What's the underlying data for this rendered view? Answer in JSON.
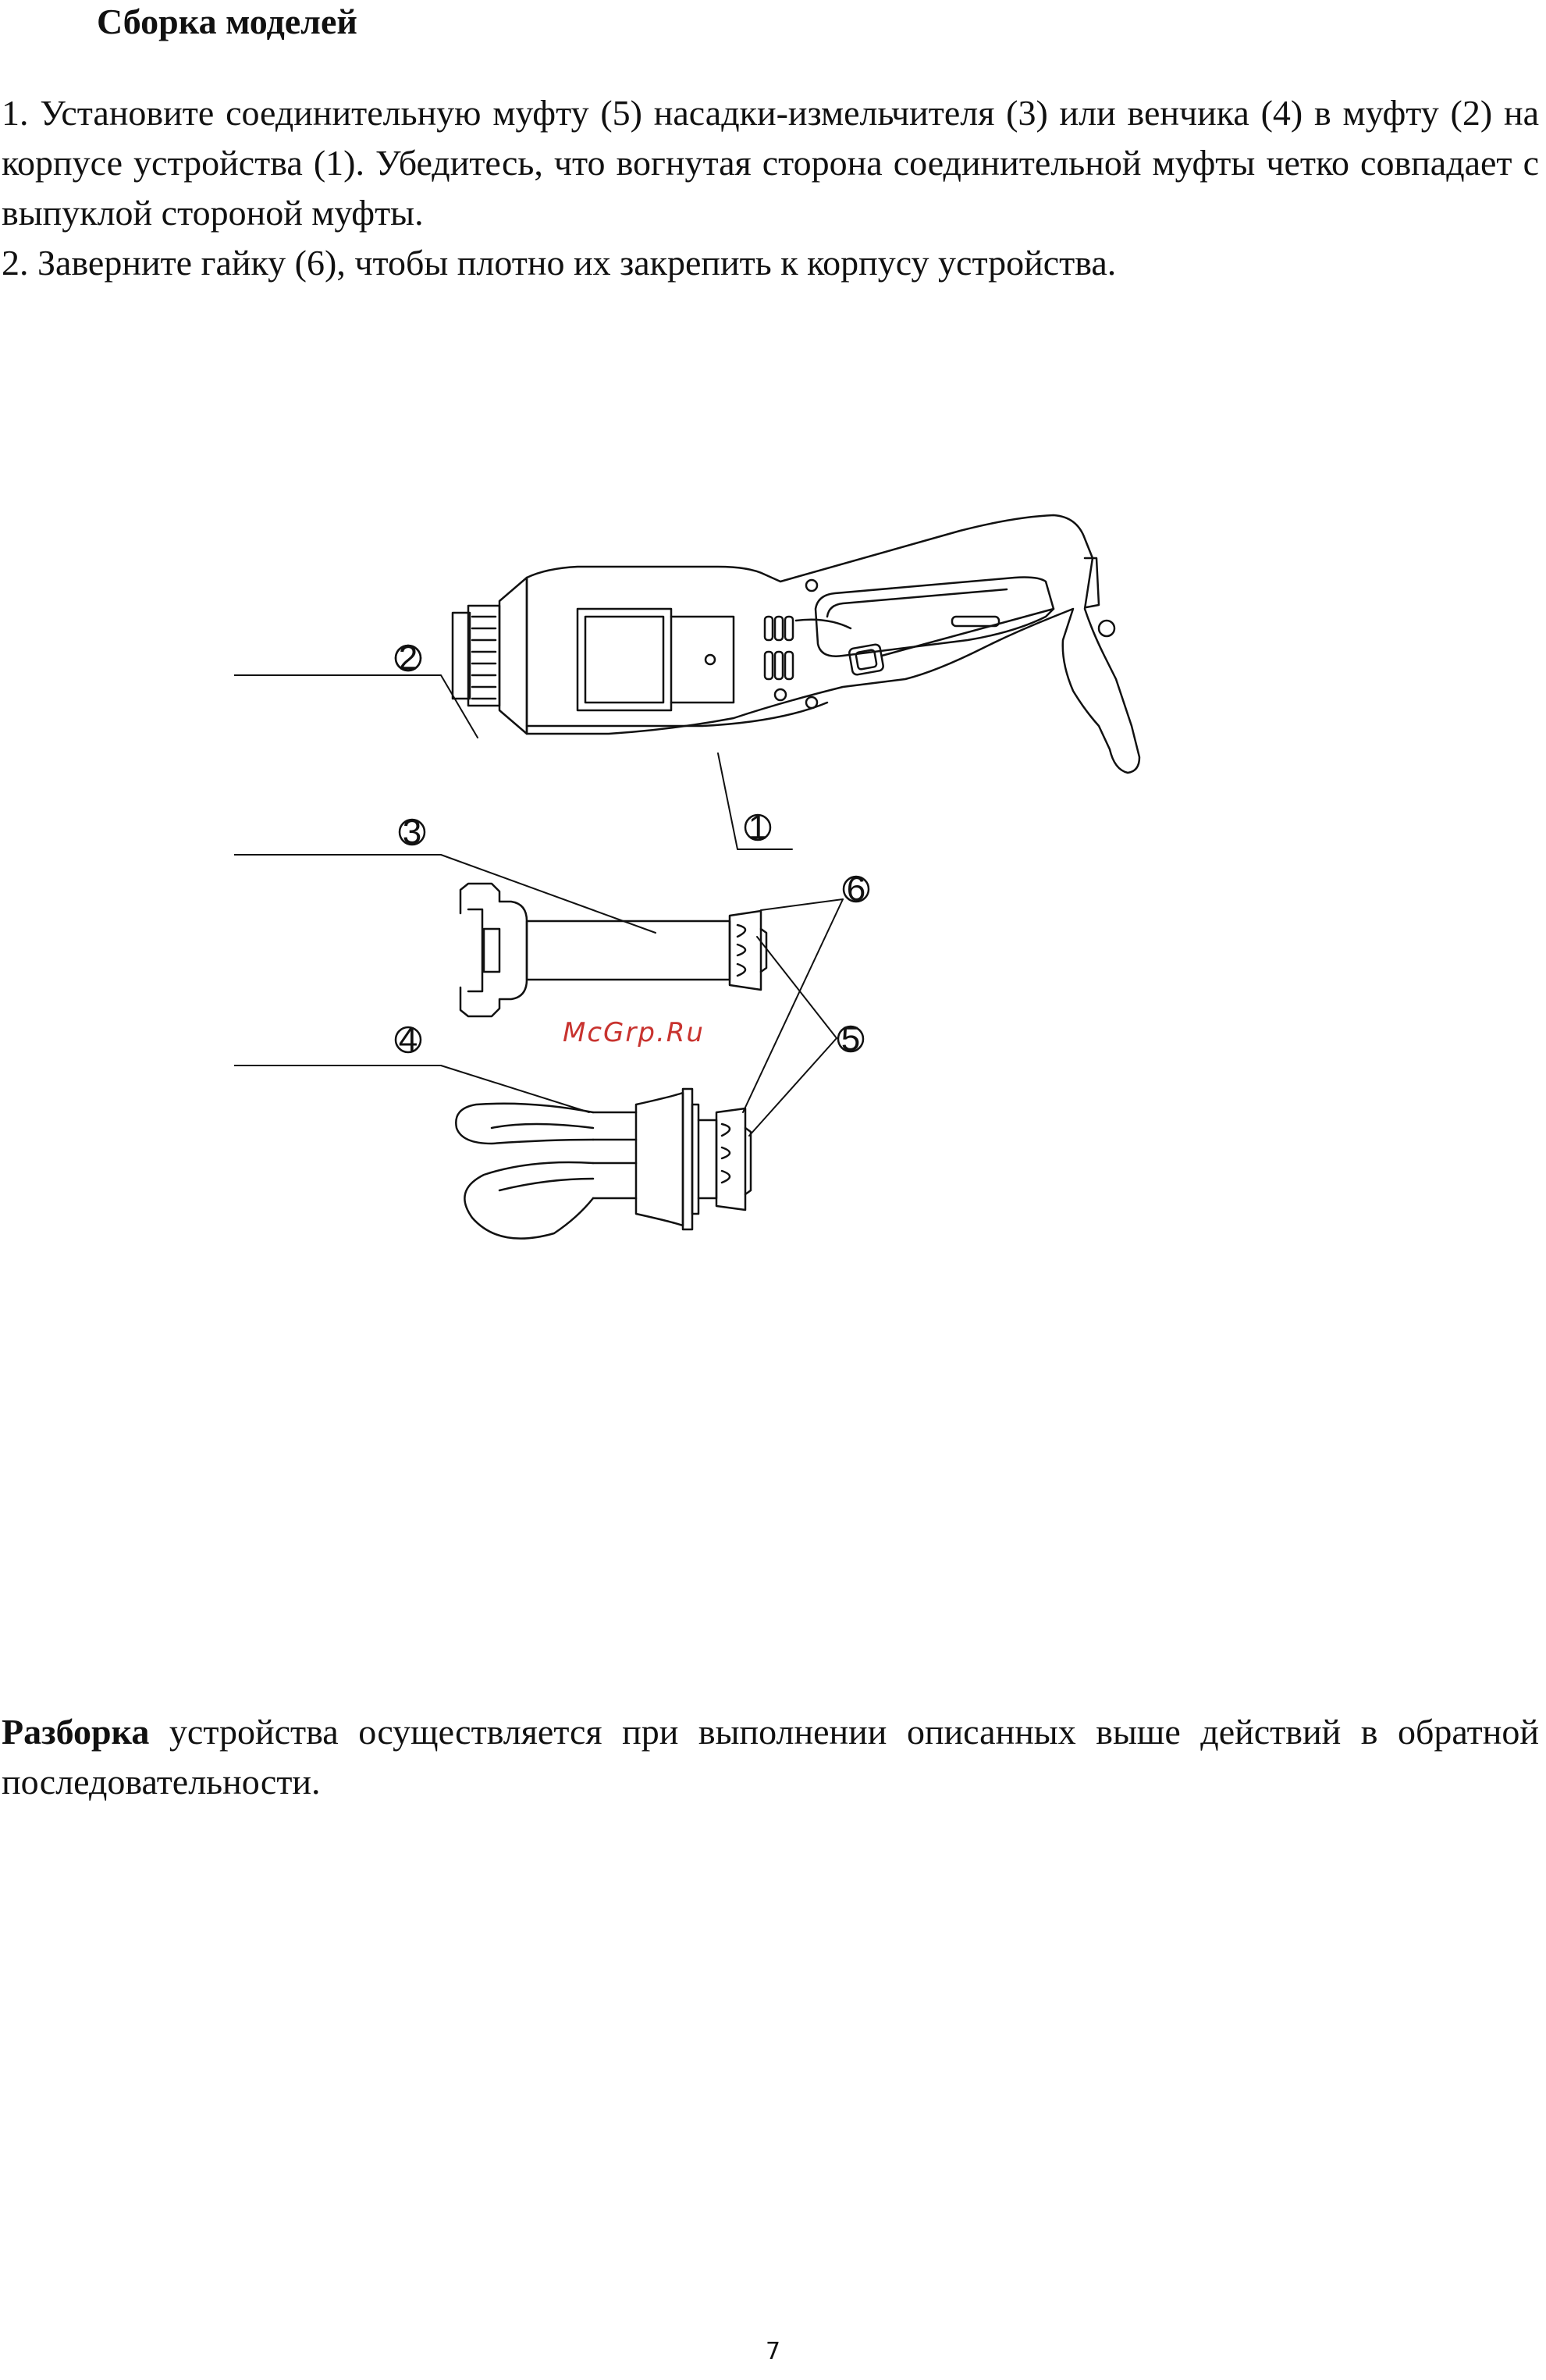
{
  "heading": "Сборка моделей",
  "instructions": [
    "1. Установите соединительную муфту (5) насадки-измельчителя (3) или венчика (4) в муфту (2) на корпусе устройства (1). Убедитесь, что вогнутая сторона соединительной муфты четко совпадает с выпуклой стороной  муфты.",
    "2. Заверните гайку (6), чтобы плотно их закрепить к корпусу устройства."
  ],
  "figure": {
    "callouts": [
      "1",
      "2",
      "3",
      "4",
      "5",
      "6"
    ],
    "watermark": "McGrp.Ru"
  },
  "disassembly": {
    "bold": "Разборка",
    "text": " устройства осуществляется при выполнении описанных выше действий в обратной последовательности."
  },
  "page_number": "7"
}
